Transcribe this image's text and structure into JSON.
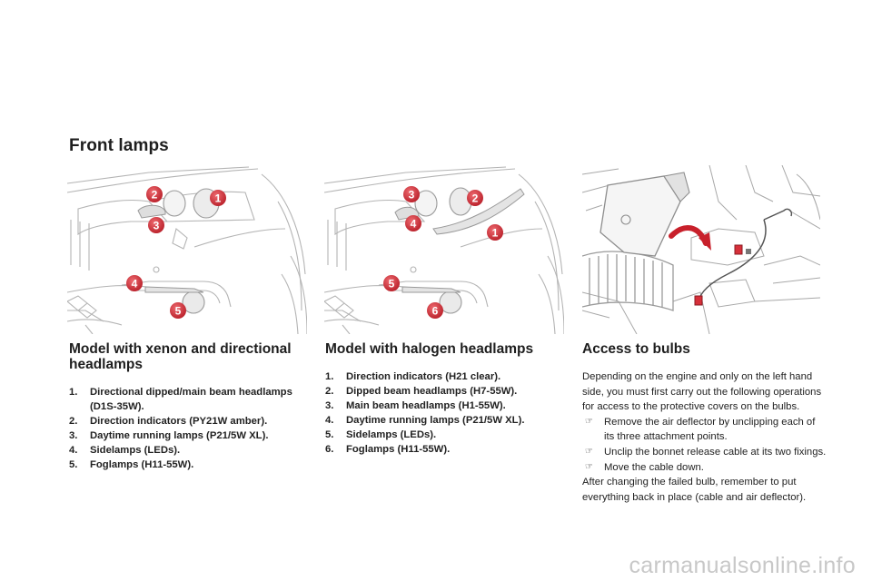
{
  "page": {
    "title": "Front lamps",
    "watermark": "carmanualsonline.info"
  },
  "xenon": {
    "heading": "Model with xenon and directional headlamps",
    "items": [
      {
        "num": "1.",
        "text": "Directional dipped/main beam headlamps (D1S-35W)."
      },
      {
        "num": "2.",
        "text": "Direction indicators (PY21W amber)."
      },
      {
        "num": "3.",
        "text": "Daytime running lamps (P21/5W XL)."
      },
      {
        "num": "4.",
        "text": "Sidelamps (LEDs)."
      },
      {
        "num": "5.",
        "text": "Foglamps (H11-55W)."
      }
    ],
    "callouts": [
      "1",
      "2",
      "3",
      "4",
      "5"
    ]
  },
  "halogen": {
    "heading": "Model with halogen headlamps",
    "items": [
      {
        "num": "1.",
        "text": "Direction indicators (H21 clear)."
      },
      {
        "num": "2.",
        "text": "Dipped beam headlamps (H7-55W)."
      },
      {
        "num": "3.",
        "text": "Main beam headlamps (H1-55W)."
      },
      {
        "num": "4.",
        "text": "Daytime running lamps (P21/5W XL)."
      },
      {
        "num": "5.",
        "text": "Sidelamps (LEDs)."
      },
      {
        "num": "6.",
        "text": "Foglamps (H11-55W)."
      }
    ],
    "callouts": [
      "1",
      "2",
      "3",
      "4",
      "5",
      "6"
    ]
  },
  "access": {
    "heading": "Access to bulbs",
    "intro": "Depending on the engine and only on the left hand side, you must first carry out the following operations for access to the protective covers on the bulbs.",
    "steps": [
      "Remove the air deflector by unclipping each of its three attachment points.",
      "Unclip the bonnet release cable at its two fixings.",
      "Move the cable down."
    ],
    "outro": "After changing the failed bulb, remember to put everything back in place (cable and air deflector)."
  },
  "colors": {
    "callout_fill": "#d6303a",
    "line_art": "#b4b4b4",
    "watermark": "#c8c8c8"
  },
  "icons": {
    "step_bullet": "arrow-right-icon"
  }
}
